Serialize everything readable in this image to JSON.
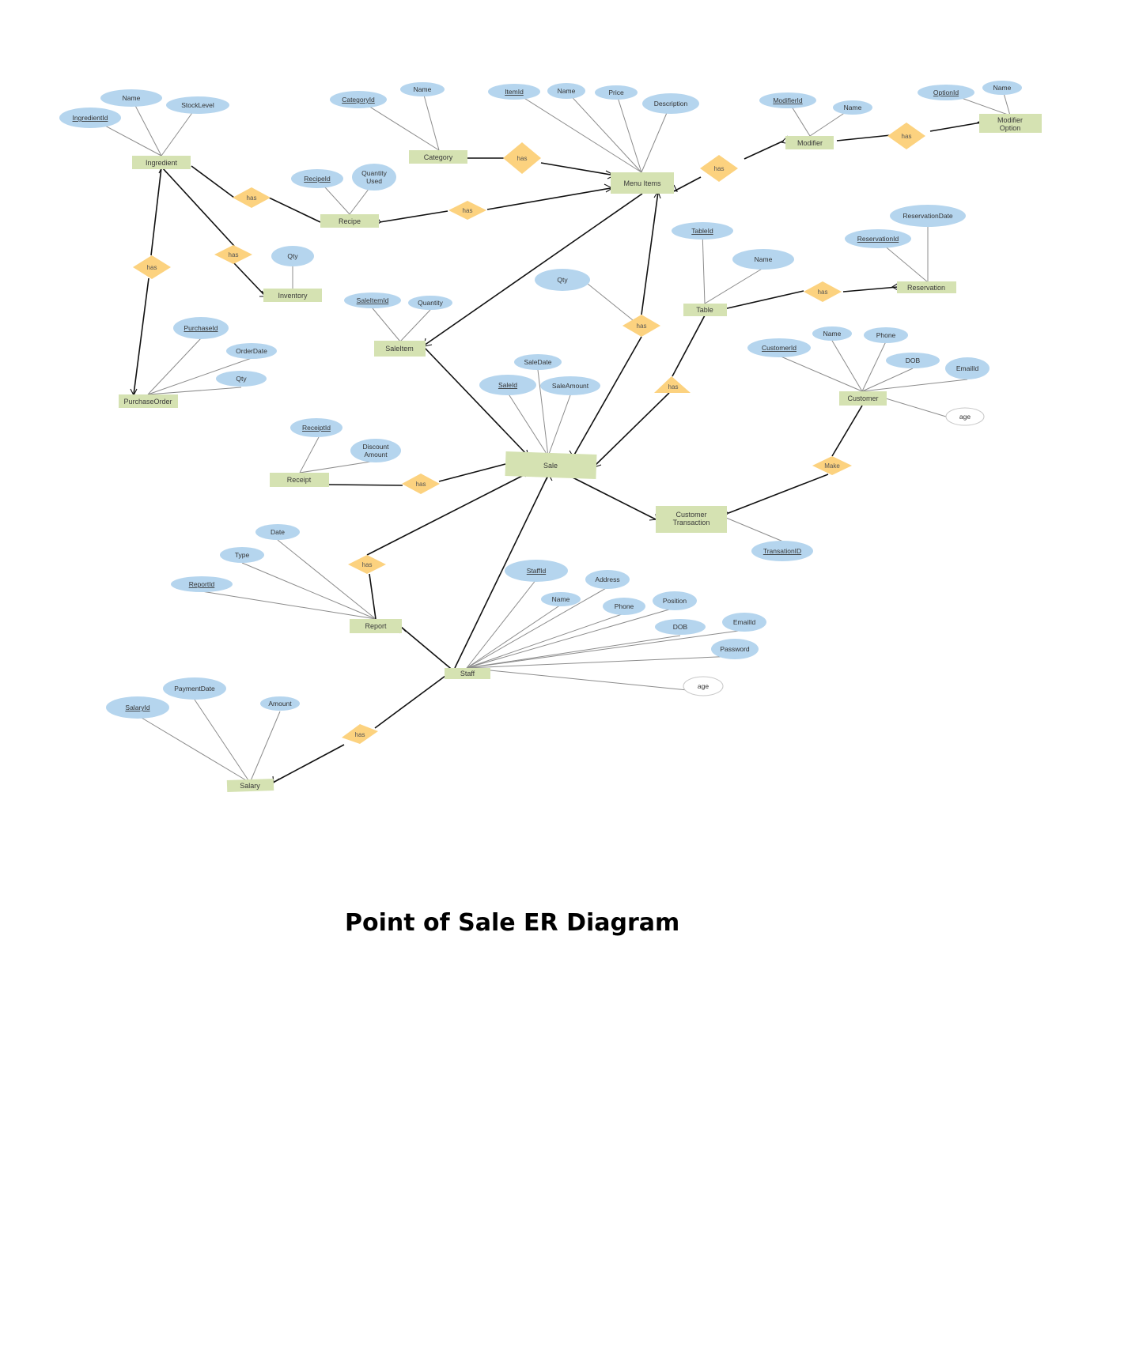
{
  "title": "Point of Sale ER Diagram",
  "colors": {
    "entity": "#d5e2b2",
    "attribute": "#b5d5ee",
    "relationship": "#fcd27f",
    "line": "#111111"
  },
  "entities": {
    "ingredient": "Ingredient",
    "category": "Category",
    "menu_items": "Menu Items",
    "modifier": "Modifier",
    "modifier_option": [
      "Modifier",
      "Option"
    ],
    "recipe": "Recipe",
    "inventory": "Inventory",
    "table": "Table",
    "reservation": "Reservation",
    "sale_item": "SaleItem",
    "purchase_order": "PurchaseOrder",
    "customer": "Customer",
    "receipt": "Receipt",
    "sale": "Sale",
    "customer_transaction": [
      "Customer",
      "Transaction"
    ],
    "report": "Report",
    "staff": "Staff",
    "salary": "Salary"
  },
  "relationships": {
    "has": "has",
    "make": "Make"
  },
  "attributes": {
    "ingredient": {
      "name": "Name",
      "stock_level": "StockLevel",
      "id": "IngredientId"
    },
    "category": {
      "id": "CategoryId",
      "name": "Name"
    },
    "menu_items": {
      "id": "ItemId",
      "name": "Name",
      "price": "Price",
      "description": "Description"
    },
    "modifier": {
      "id": "ModifierId",
      "name": "Name"
    },
    "modifier_option": {
      "id": "OptionId",
      "name": "Name"
    },
    "recipe": {
      "id": "RecipeId",
      "quantity_used": [
        "Quantity",
        "Used"
      ]
    },
    "inventory": {
      "qty": "Qty"
    },
    "menu_sale": {
      "qty": "Qty"
    },
    "table": {
      "id": "TableId",
      "name": "Name"
    },
    "reservation": {
      "date": "ReservationDate",
      "id": "ReservationId"
    },
    "sale_item": {
      "id": "SaleItemId",
      "quantity": "Quantity"
    },
    "purchase_order": {
      "id": "PurchaseId",
      "order_date": "OrderDate",
      "qty": "Qty"
    },
    "customer": {
      "name": "Name",
      "phone": "Phone",
      "id": "CustomerId",
      "dob": "DOB",
      "email": "EmailId",
      "age": "age"
    },
    "sale": {
      "date": "SaleDate",
      "id": "SaleId",
      "amount": "SaleAmount"
    },
    "receipt": {
      "id": "ReceiptId",
      "discount": [
        "Discount",
        "Amount"
      ]
    },
    "customer_transaction": {
      "id": "TransationID"
    },
    "report": {
      "date": "Date",
      "type": "Type",
      "id": "ReportId"
    },
    "staff": {
      "id": "StaffId",
      "address": "Address",
      "name": "Name",
      "phone": "Phone",
      "position": "Position",
      "dob": "DOB",
      "email": "EmailId",
      "password": "Password",
      "age": "age"
    },
    "salary": {
      "payment_date": "PaymentDate",
      "id": "SalaryId",
      "amount": "Amount"
    }
  }
}
